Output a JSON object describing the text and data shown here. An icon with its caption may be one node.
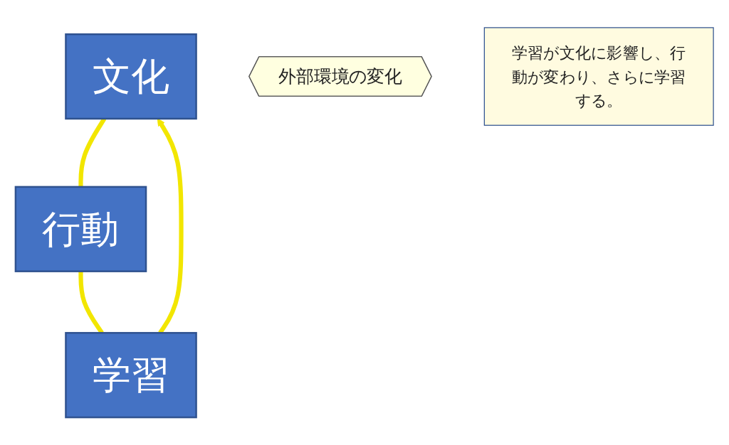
{
  "diagram": {
    "nodes": [
      {
        "text": [
          "文化"
        ]
      },
      {
        "text": [
          "外部環境の変化"
        ]
      },
      {
        "text": [
          "学習が文化に影響し、行動が変わり、さらに学習する。"
        ]
      },
      {
        "text": [
          "学習"
        ]
      },
      {
        "text": [
          "行動"
        ]
      }
    ],
    "edges": [
      {
        "from": 3,
        "to": 0,
        "arrow": "to"
      },
      {
        "from": 0,
        "to": 4,
        "arrow": "none"
      },
      {
        "from": 4,
        "to": 3,
        "arrow": "none"
      }
    ]
  }
}
